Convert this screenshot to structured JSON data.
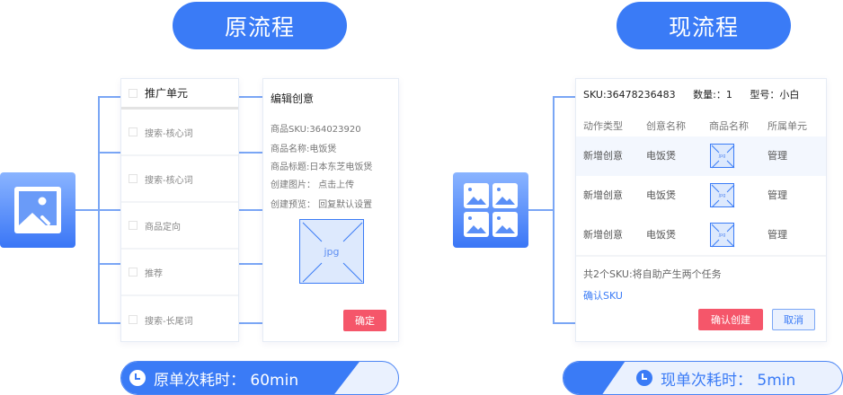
{
  "titles": {
    "old_flow": "原流程",
    "new_flow": "现流程"
  },
  "old_flow": {
    "image_icon": "image-icon",
    "units": {
      "header": "推广单元",
      "items": [
        "搜索-核心词",
        "搜索-核心词",
        "商品定向",
        "推荐",
        "搜索-长尾词"
      ]
    },
    "edit_creative": {
      "title": "编辑创意",
      "fields": [
        "商品SKU:364023920",
        "商品名称:电饭煲",
        "商品标题:日本东芝电饭煲",
        "创建图片：  点击上传",
        "创建预览：  回复默认设置"
      ],
      "image_label": "jpg",
      "confirm_button": "确定"
    },
    "time": {
      "icon": "clock-icon",
      "label": "原单次耗时：  60min"
    }
  },
  "new_flow": {
    "image_icon": "image-grid-icon",
    "sku_panel": {
      "sku": "SKU:36478236483",
      "quantity": "数量:：1",
      "model": "型号：小白",
      "columns": [
        "动作类型",
        "创意名称",
        "商品名称",
        "所属单元"
      ],
      "rows": [
        {
          "action": "新增创意",
          "creative": "电饭煲",
          "image": "jpg",
          "unit": "管理"
        },
        {
          "action": "新增创意",
          "creative": "电饭煲",
          "image": "jpg",
          "unit": "管理"
        },
        {
          "action": "新增创意",
          "creative": "电饭煲",
          "image": "jpg",
          "unit": "管理"
        }
      ],
      "summary": "共2个SKU:将自助产生两个任务",
      "confirm_sku_link": "确认SKU",
      "confirm_create_button": "确认创建",
      "cancel_button": "取消"
    },
    "time": {
      "icon": "clock-icon",
      "label": "现单次耗时：  5min"
    }
  },
  "colors": {
    "primary": "#3a7bf6",
    "danger": "#f5566a",
    "connector": "#7aa6f5",
    "light_fill": "#eaf1fe"
  }
}
